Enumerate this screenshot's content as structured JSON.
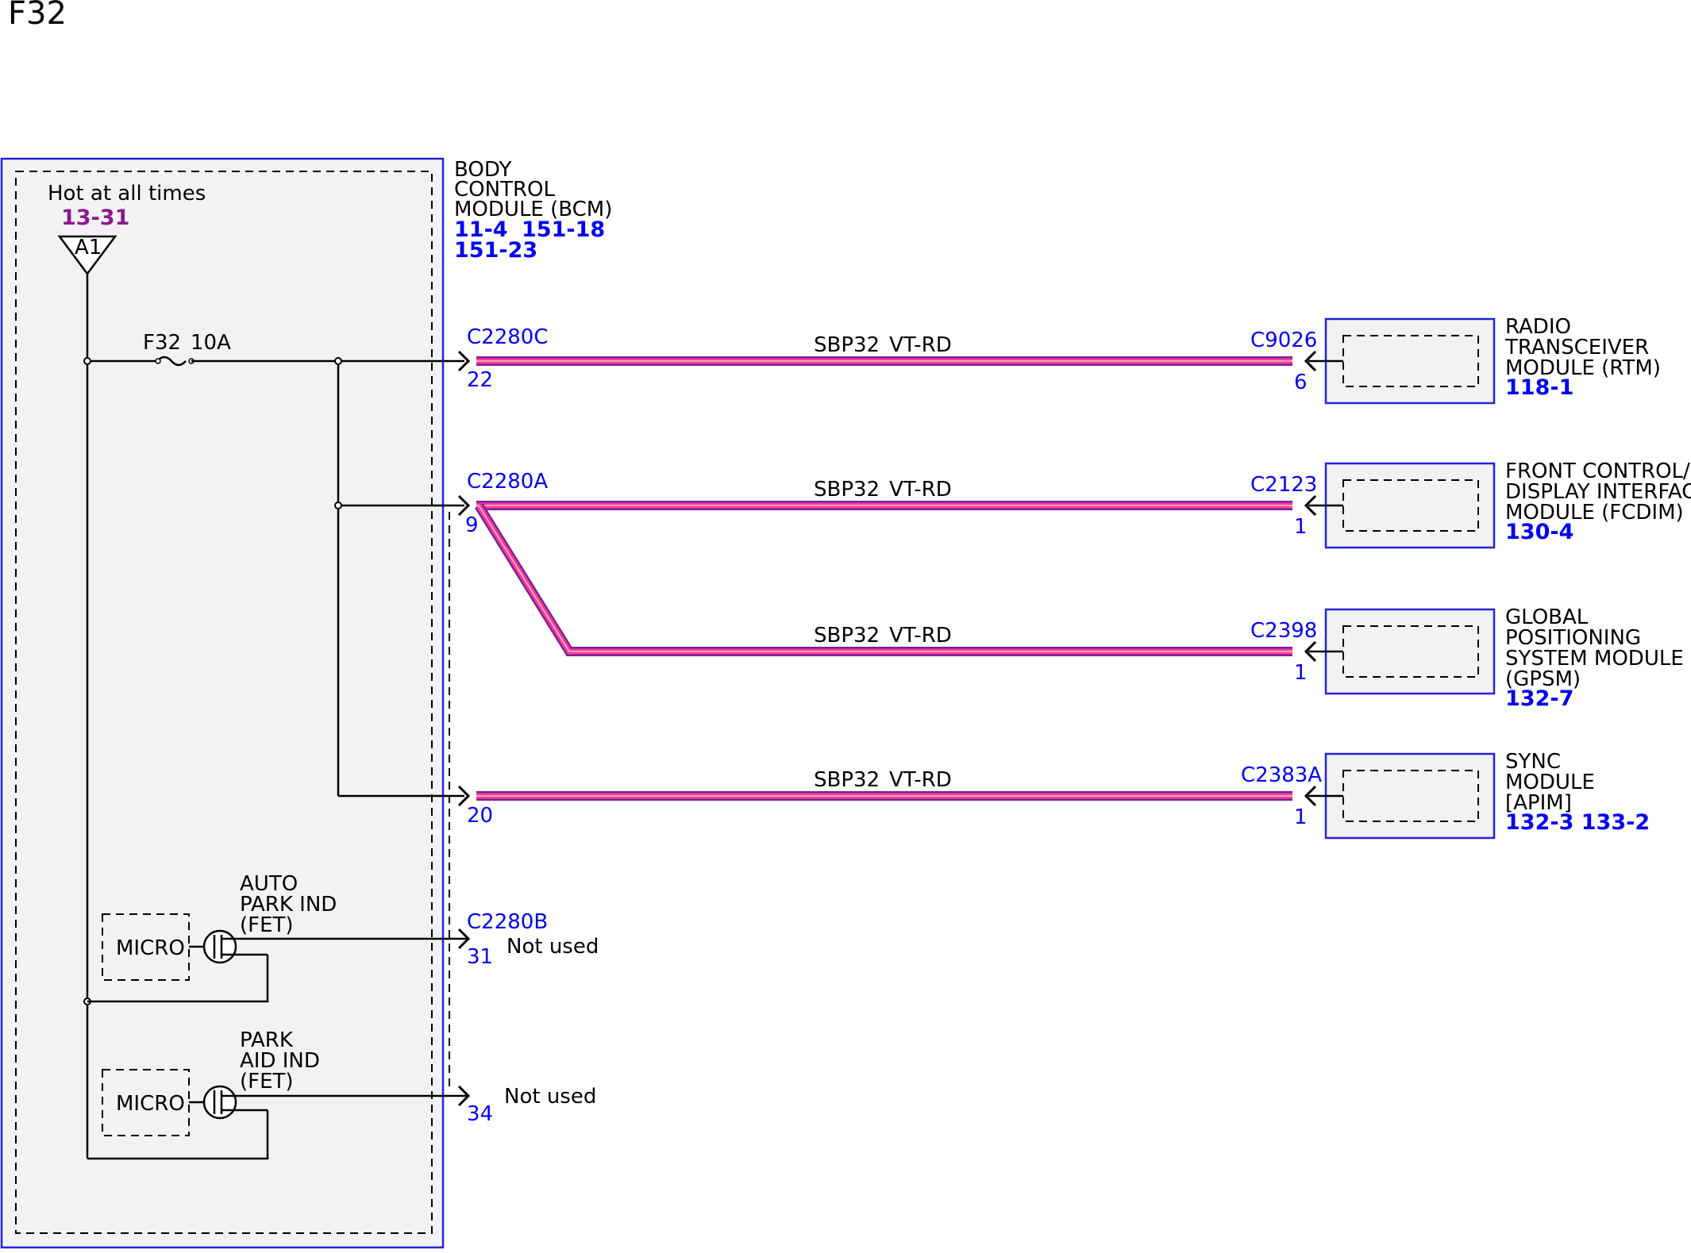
{
  "page": {
    "title": "F32"
  },
  "bcm": {
    "name_lines": [
      "BODY",
      "CONTROL",
      "MODULE (BCM)"
    ],
    "refs_line1": [
      "11-4",
      "151-18"
    ],
    "refs_line2": "151-23",
    "hot_label": "Hot at all times",
    "hot_ref": "13-31",
    "source_pin": "A1",
    "fuse_name": "F32",
    "fuse_rating": "10A",
    "micro1_label": "MICRO",
    "micro2_label": "MICRO",
    "fet1_lines": [
      "AUTO",
      "PARK IND",
      "(FET)"
    ],
    "fet2_lines": [
      "PARK",
      "AID IND",
      "(FET)"
    ]
  },
  "connectors": {
    "c2280c": {
      "name": "C2280C",
      "pin": "22"
    },
    "c2280a": {
      "name": "C2280A",
      "pin": "9"
    },
    "pin20": {
      "pin": "20"
    },
    "c2280b": {
      "name": "C2280B",
      "pin": "31",
      "status": "Not used"
    },
    "pin34": {
      "pin": "34",
      "status": "Not used"
    }
  },
  "wires": [
    {
      "circuit": "SBP32",
      "color_code": "VT-RD"
    },
    {
      "circuit": "SBP32",
      "color_code": "VT-RD"
    },
    {
      "circuit": "SBP32",
      "color_code": "VT-RD"
    },
    {
      "circuit": "SBP32",
      "color_code": "VT-RD"
    }
  ],
  "modules": [
    {
      "connector": "C9026",
      "pin": "6",
      "name_lines": [
        "RADIO",
        "TRANSCEIVER",
        "MODULE (RTM)"
      ],
      "ref": "118-1"
    },
    {
      "connector": "C2123",
      "pin": "1",
      "name_lines": [
        "FRONT CONTROL/",
        "DISPLAY INTERFACE",
        "MODULE (FCDIM)"
      ],
      "ref": "130-4"
    },
    {
      "connector": "C2398",
      "pin": "1",
      "name_lines": [
        "GLOBAL",
        "POSITIONING",
        "SYSTEM MODULE",
        "(GPSM)"
      ],
      "ref": "132-7"
    },
    {
      "connector": "C2383A",
      "pin": "1",
      "name_lines": [
        "SYNC",
        "MODULE",
        "[APIM]"
      ],
      "ref": "132-3 133-2"
    }
  ],
  "colors": {
    "wire_fill": "#ff3d8f",
    "wire_edge": "#7a1fa0",
    "module_border": "#2222dd",
    "connector_text": "#0000ee",
    "ref_purple": "#8b1a8b",
    "module_bg": "#f2f2f2"
  }
}
